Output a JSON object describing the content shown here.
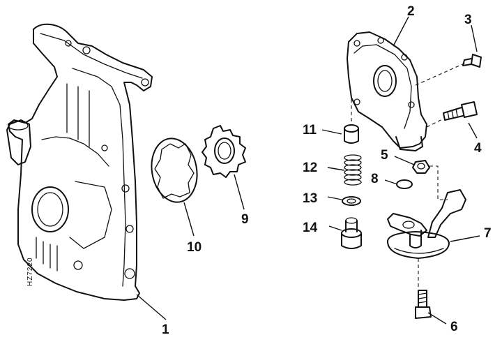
{
  "drawing_code": "HZ7220",
  "callouts": [
    {
      "id": "1",
      "text": "1"
    },
    {
      "id": "2",
      "text": "2"
    },
    {
      "id": "3",
      "text": "3"
    },
    {
      "id": "4",
      "text": "4"
    },
    {
      "id": "5",
      "text": "5"
    },
    {
      "id": "6",
      "text": "6"
    },
    {
      "id": "7",
      "text": "7"
    },
    {
      "id": "8",
      "text": "8"
    },
    {
      "id": "9",
      "text": "9"
    },
    {
      "id": "10",
      "text": "10"
    },
    {
      "id": "11",
      "text": "11"
    },
    {
      "id": "12",
      "text": "12"
    },
    {
      "id": "13",
      "text": "13"
    },
    {
      "id": "14",
      "text": "14"
    }
  ]
}
